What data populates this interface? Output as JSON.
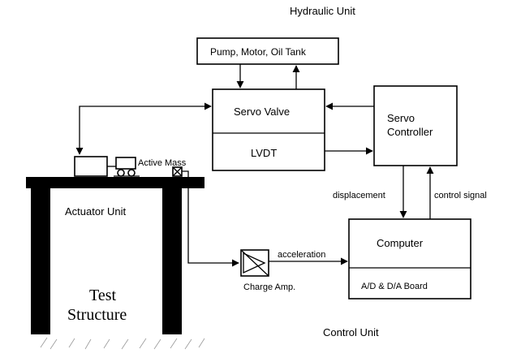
{
  "labels": {
    "hydraulic_unit": "Hydraulic Unit",
    "pump": "Pump, Motor, Oil Tank",
    "servo_valve": "Servo Valve",
    "lvdt": "LVDT",
    "servo_controller_1": "Servo",
    "servo_controller_2": "Controller",
    "active_mass": "Active Mass",
    "actuator_unit": "Actuator Unit",
    "test_structure_1": "Test",
    "test_structure_2": "Structure",
    "displacement": "displacement",
    "control_signal": "control signal",
    "computer": "Computer",
    "ad_da": "A/D & D/A Board",
    "acceleration": "acceleration",
    "charge_amp": "Charge Amp.",
    "control_unit": "Control Unit"
  }
}
